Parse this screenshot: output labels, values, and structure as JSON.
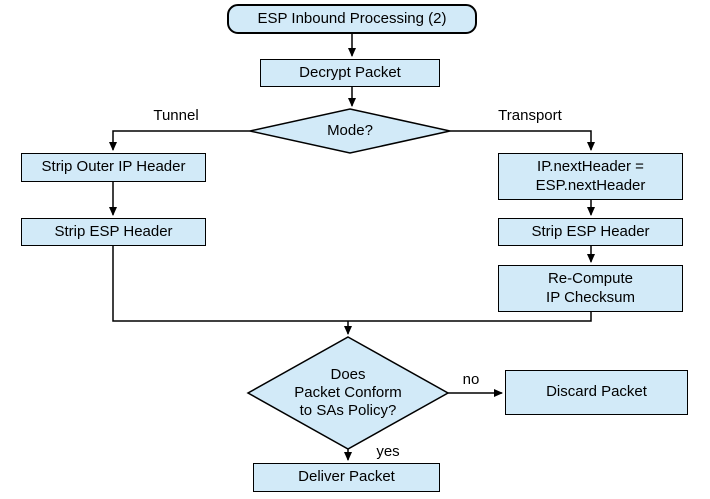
{
  "diagram": {
    "title": "ESP Inbound Processing (2)",
    "colors": {
      "node_fill": "#d2eaf8",
      "node_border": "#000000",
      "line": "#000000",
      "text": "#000000",
      "background": "#ffffff"
    },
    "nodes": {
      "start": {
        "label": "ESP Inbound Processing (2)",
        "type": "terminator"
      },
      "decrypt": {
        "label": "Decrypt Packet",
        "type": "process"
      },
      "mode": {
        "label": "Mode?",
        "type": "decision"
      },
      "strip_outer_ip": {
        "label": "Strip Outer IP Header",
        "type": "process"
      },
      "strip_esp_tunnel": {
        "label": "Strip ESP Header",
        "type": "process"
      },
      "set_next_header": {
        "line1": "IP.nextHeader =",
        "line2": "ESP.nextHeader",
        "type": "process"
      },
      "strip_esp_transport": {
        "label": "Strip ESP Header",
        "type": "process"
      },
      "recompute_checksum": {
        "line1": "Re-Compute",
        "line2": "IP Checksum",
        "type": "process"
      },
      "policy_check": {
        "line1": "Does",
        "line2": "Packet Conform",
        "line3": "to SAs Policy?",
        "type": "decision"
      },
      "discard": {
        "label": "Discard Packet",
        "type": "process"
      },
      "deliver": {
        "label": "Deliver Packet",
        "type": "process"
      }
    },
    "edge_labels": {
      "tunnel": "Tunnel",
      "transport": "Transport",
      "no": "no",
      "yes": "yes"
    }
  }
}
